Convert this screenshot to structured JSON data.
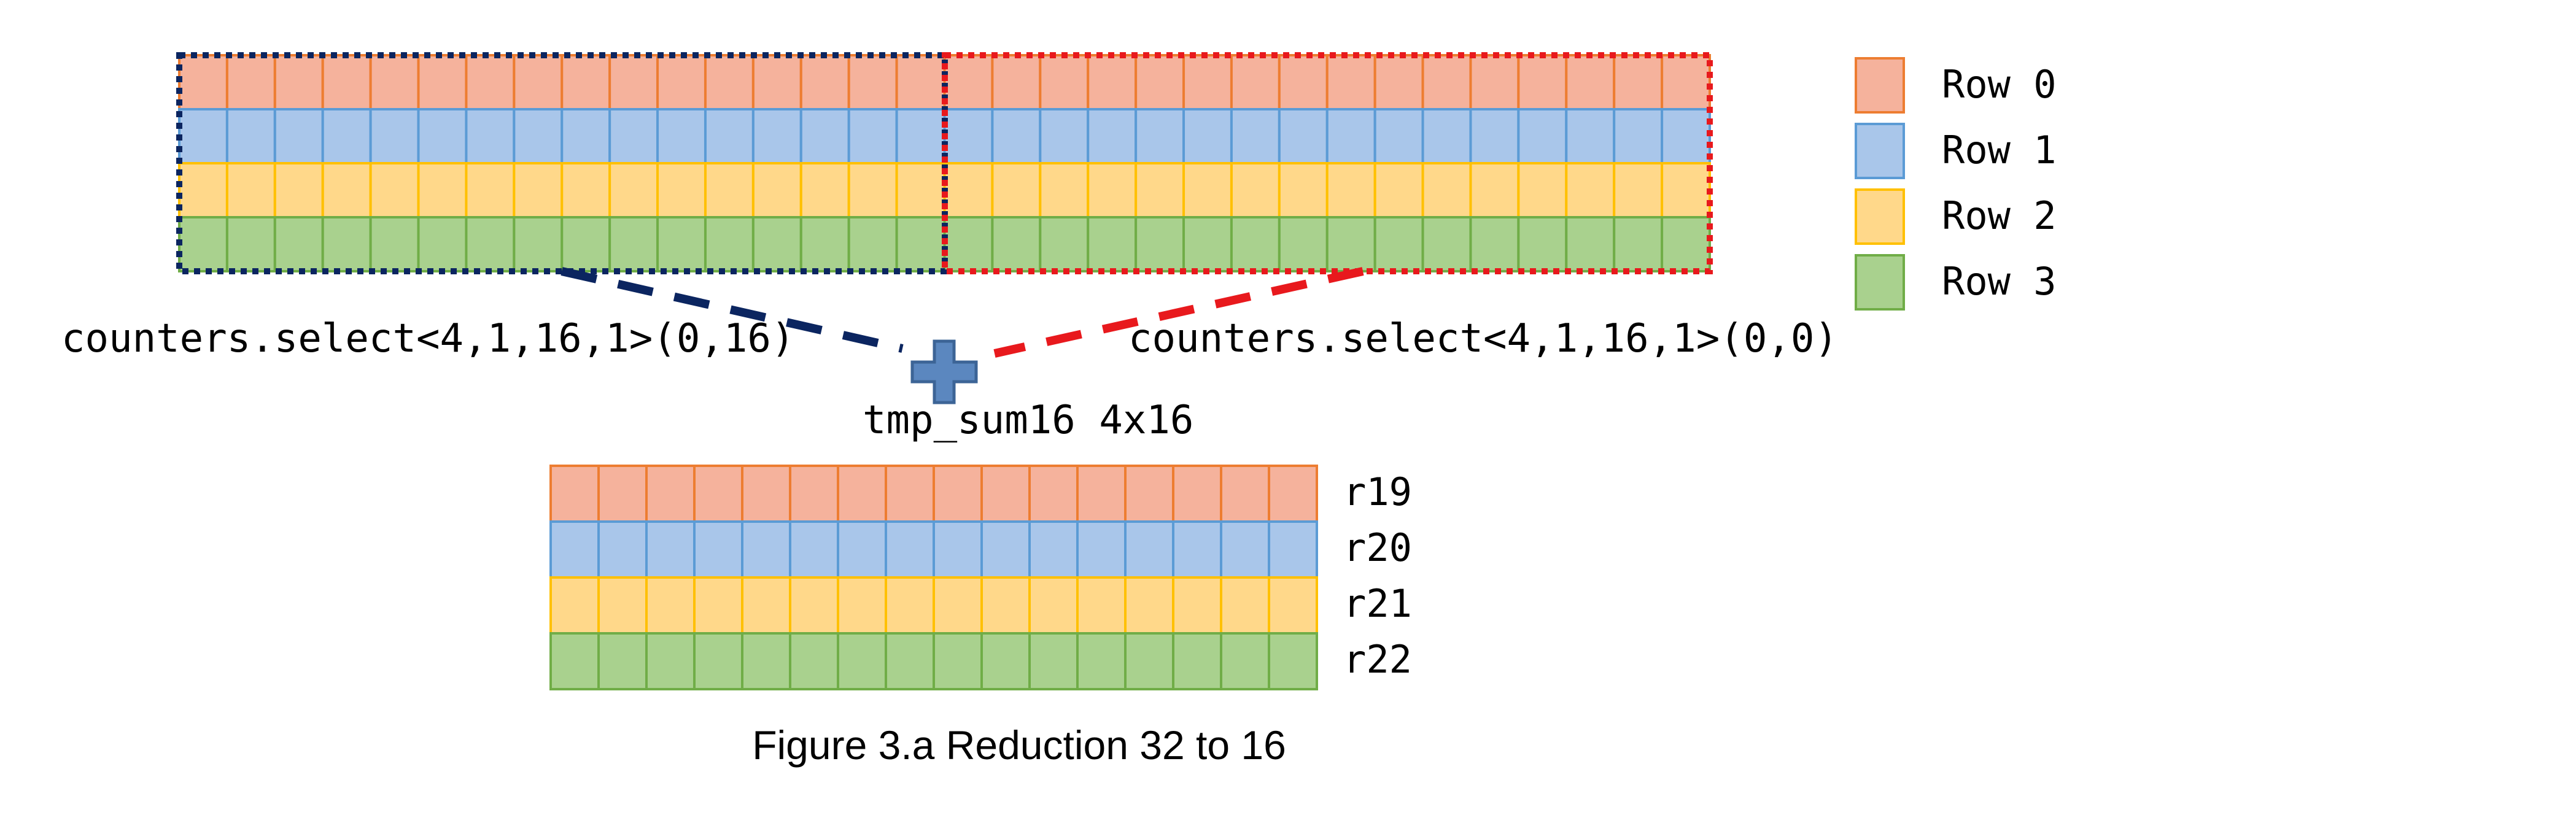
{
  "rows": [
    {
      "name": "Row 0",
      "fill": "#F5B29C",
      "stroke": "#ED7D31"
    },
    {
      "name": "Row 1",
      "fill": "#A9C6EA",
      "stroke": "#5B9BD5"
    },
    {
      "name": "Row 2",
      "fill": "#FFD88A",
      "stroke": "#FFC000"
    },
    {
      "name": "Row 3",
      "fill": "#A9D18E",
      "stroke": "#70AD47"
    }
  ],
  "source_grid": {
    "rows": 4,
    "cols": 32
  },
  "left_selection": {
    "label": "counters.select<4,1,16,1>(0,16)",
    "color": "#0B2560"
  },
  "right_selection": {
    "label": "counters.select<4,1,16,1>(0,0)",
    "color": "#E8191D"
  },
  "plus_icon": {
    "color": "#5B87BF",
    "stroke": "#3C6496"
  },
  "result": {
    "label": "tmp_sum16 4x16",
    "cols": 16,
    "registers": [
      "r19",
      "r20",
      "r21",
      "r22"
    ]
  },
  "caption": "Figure 3.a Reduction 32 to 16"
}
